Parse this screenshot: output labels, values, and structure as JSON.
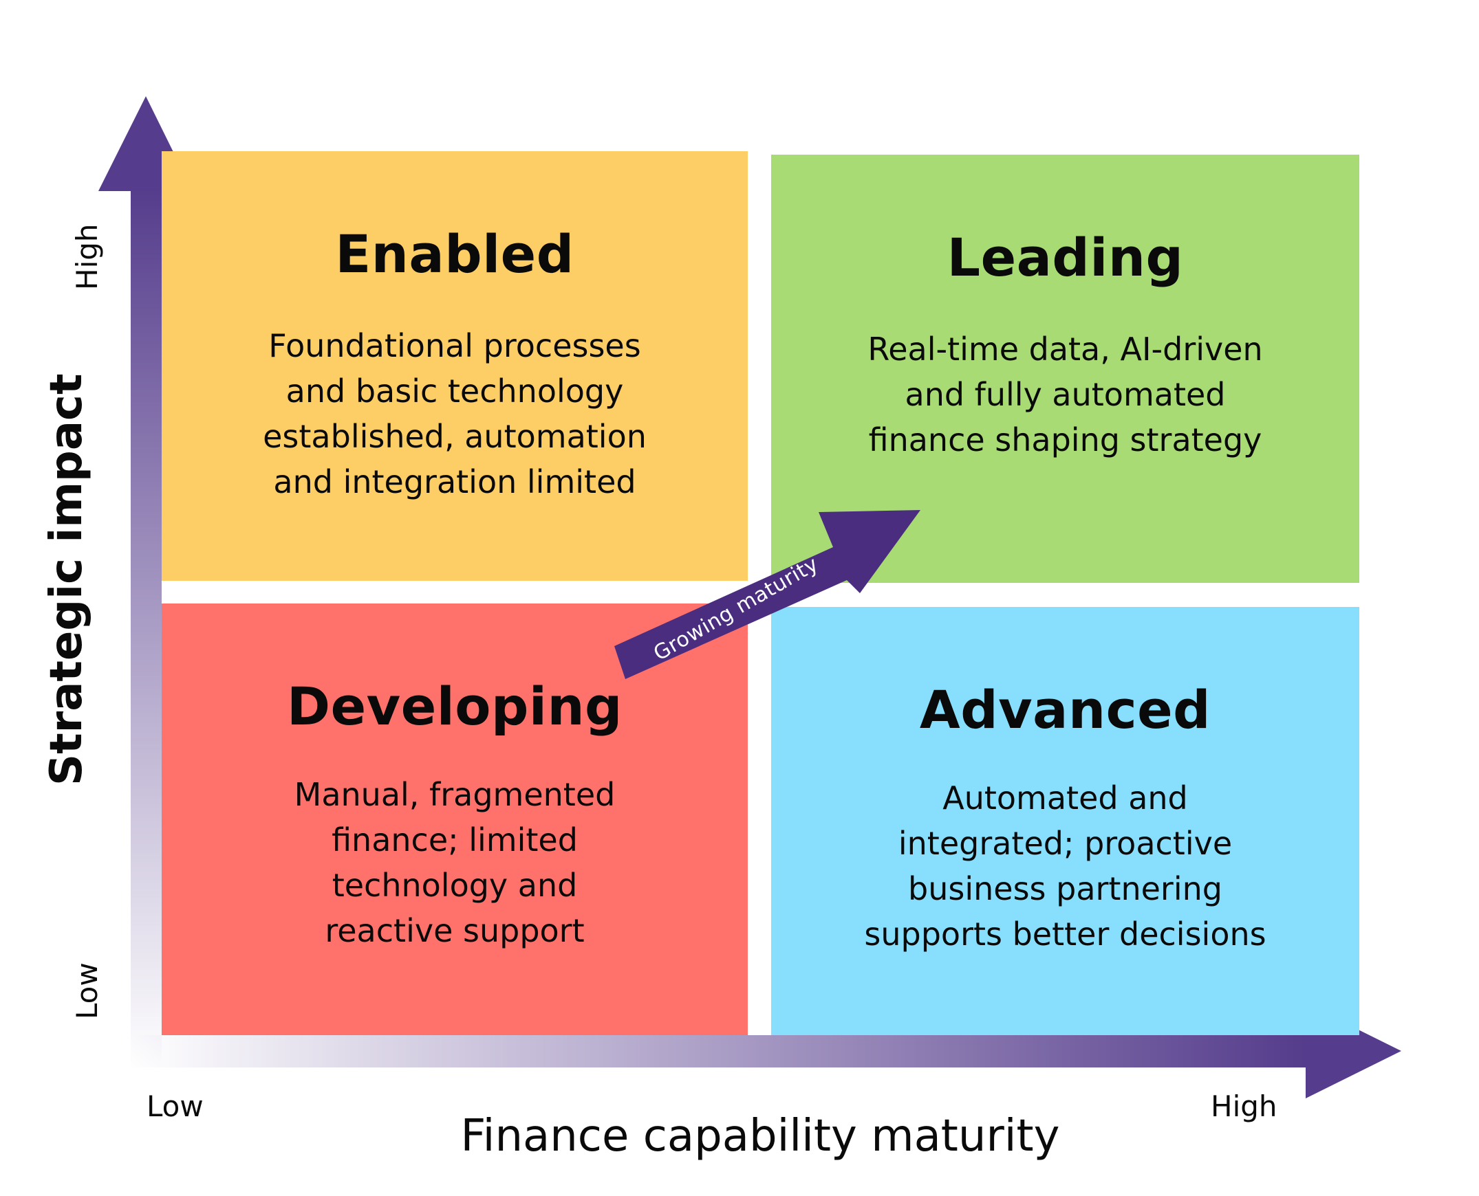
{
  "colors": {
    "enabled": "#FDCD66",
    "leading": "#A8DB74",
    "developing": "#FF726B",
    "advanced": "#88DFFD",
    "axis_dark": "#553C8C",
    "arrow": "#4A2D7F",
    "text": "#0A0A0A"
  },
  "quadrants": {
    "enabled": {
      "title": "Enabled",
      "lines": [
        "Foundational processes",
        "and basic technology",
        "established, automation",
        "and integration limited"
      ]
    },
    "leading": {
      "title": "Leading",
      "lines": [
        "Real-time data, AI-driven",
        "and fully automated",
        "finance shaping strategy"
      ]
    },
    "developing": {
      "title": "Developing",
      "lines": [
        "Manual, fragmented",
        "finance; limited",
        "technology and",
        "reactive support"
      ]
    },
    "advanced": {
      "title": "Advanced",
      "lines": [
        "Automated and",
        "integrated; proactive",
        "business partnering",
        "supports better decisions"
      ]
    }
  },
  "axes": {
    "x": {
      "title": "Finance capability maturity",
      "low": "Low",
      "high": "High"
    },
    "y": {
      "title": "Strategic impact",
      "low": "Low",
      "high": "High"
    }
  },
  "arrow": {
    "label": "Growing maturity"
  }
}
